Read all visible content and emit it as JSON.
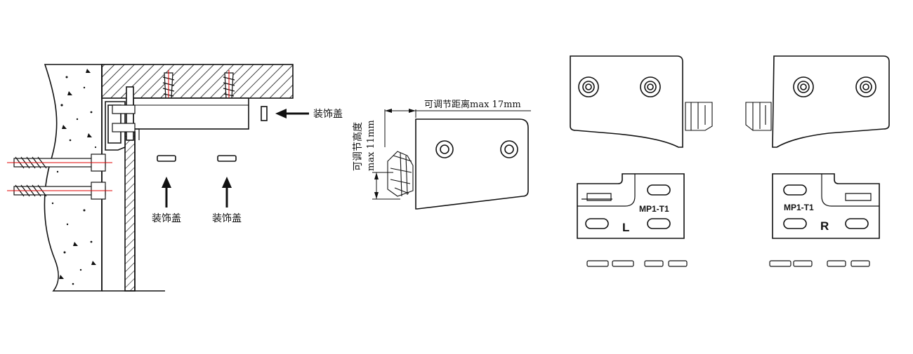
{
  "labels": {
    "cover_right": "装饰盖",
    "cover_bottom_left": "装饰盖",
    "cover_bottom_right": "装饰盖",
    "adjust_distance": "可调节距离max 17mm",
    "adjust_height_cn": "可调节高度",
    "adjust_height_max": "max 11mm",
    "model_left": "MP1-T1",
    "model_right": "MP1-T1",
    "side_left": "L",
    "side_right": "R"
  },
  "colors": {
    "line": "#111111",
    "axis_red": "#e00000",
    "hatch": "#111111"
  }
}
